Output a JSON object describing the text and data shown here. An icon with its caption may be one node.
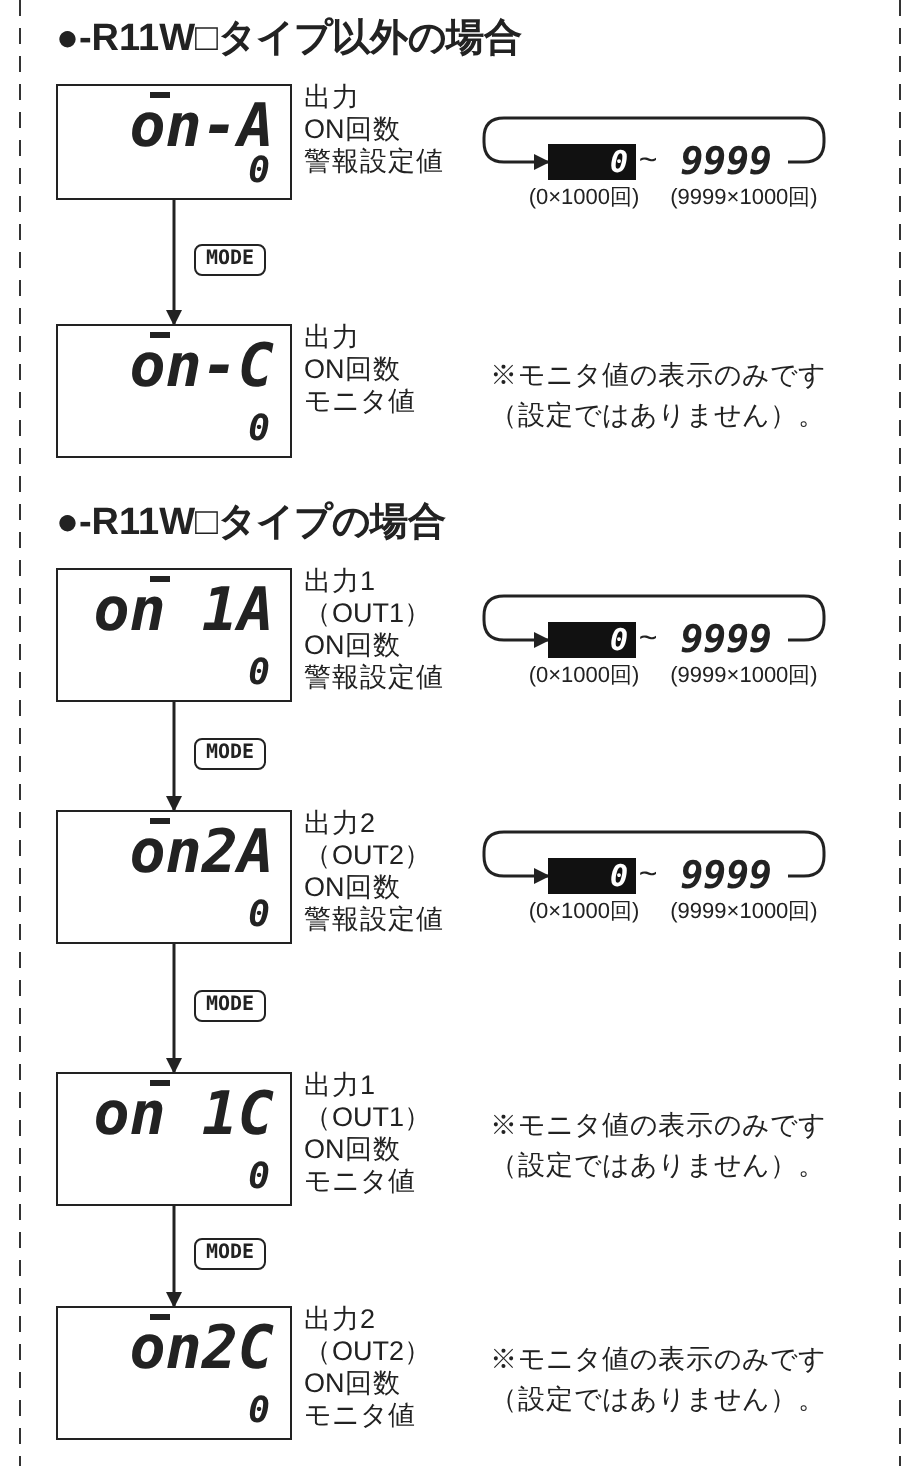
{
  "diagram": {
    "nodes": [
      {
        "text": [
          "on-A",
          "0"
        ],
        "beside": [
          "出力",
          "ON回数",
          "警報設定値"
        ]
      },
      {
        "text": [
          "0"
        ],
        "beside": [
          "(0×1000回)"
        ]
      },
      {
        "text": [
          "9999"
        ],
        "beside": [
          "(9999×1000回)"
        ]
      },
      {
        "text": [
          "on-C",
          "0"
        ],
        "beside": [
          "出力",
          "ON回数",
          "モニタ値"
        ]
      },
      {
        "text": [
          "on 1A",
          "0"
        ],
        "beside": [
          "出力1",
          "（OUT1）",
          "ON回数",
          "警報設定値"
        ]
      },
      {
        "text": [
          "0"
        ],
        "beside": [
          "(0×1000回)"
        ]
      },
      {
        "text": [
          "9999"
        ],
        "beside": [
          "(9999×1000回)"
        ]
      },
      {
        "text": [
          "on2A",
          "0"
        ],
        "beside": [
          "出力2",
          "（OUT2）",
          "ON回数",
          "警報設定値"
        ]
      },
      {
        "text": [
          "0"
        ],
        "beside": [
          "(0×1000回)"
        ]
      },
      {
        "text": [
          "9999"
        ],
        "beside": [
          "(9999×1000回)"
        ]
      },
      {
        "text": [
          "on 1C",
          "0"
        ],
        "beside": [
          "出力1",
          "（OUT1）",
          "ON回数",
          "モニタ値"
        ]
      },
      {
        "text": [
          "on2C",
          "0"
        ],
        "beside": [
          "出力2",
          "（OUT2）",
          "ON回数",
          "モニタ値"
        ]
      }
    ],
    "edges": [
      {
        "from": 2,
        "to": 1,
        "arrow": "to"
      },
      {
        "from": 0,
        "to": 3,
        "arrow": "to",
        "label": "MODE"
      },
      {
        "from": 6,
        "to": 5,
        "arrow": "to"
      },
      {
        "from": 4,
        "to": 7,
        "arrow": "to",
        "label": "MODE"
      },
      {
        "from": 9,
        "to": 8,
        "arrow": "to"
      },
      {
        "from": 7,
        "to": 10,
        "arrow": "to",
        "label": "MODE"
      },
      {
        "from": 10,
        "to": 11,
        "arrow": "to",
        "label": "MODE"
      }
    ],
    "labels": [
      "●-R11W□タイプ以外の場合",
      "~",
      "※モニタ値の表示のみです（設定ではありません）。",
      "●-R11W□タイプの場合",
      "~",
      "~",
      "※モニタ値の表示のみです（設定ではありません）。",
      "※モニタ値の表示のみです（設定ではありません）。"
    ]
  }
}
